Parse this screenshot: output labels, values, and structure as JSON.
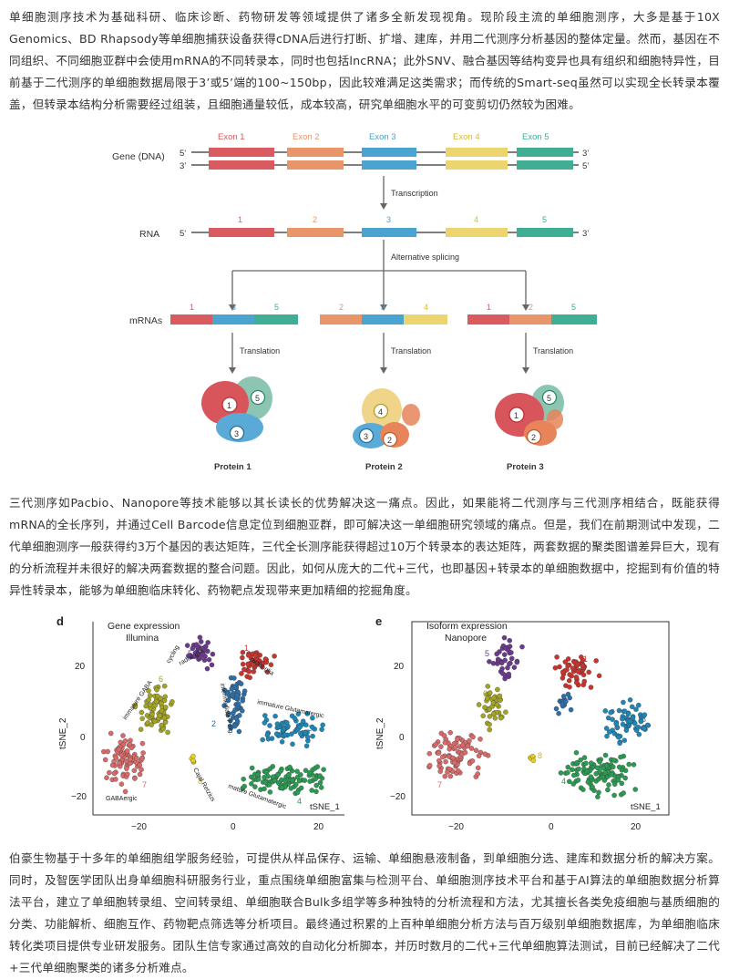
{
  "paragraphs": {
    "p1": "单细胞测序技术为基础科研、临床诊断、药物研发等领域提供了诸多全新发现视角。现阶段主流的单细胞测序，大多是基于10X Genomics、BD Rhapsody等单细胞捕获设备获得cDNA后进行打断、扩增、建库，并用二代测序分析基因的整体定量。然而，基因在不同组织、不同细胞亚群中会使用mRNA的不同转录本，同时也包括lncRNA；此外SNV、融合基因等结构变异也具有组织和细胞特异性，目前基于二代测序的单细胞数据局限于3’或5’端的100~150bp，因此较难满足这类需求；而传统的Smart-seq虽然可以实现全长转录本覆盖，但转录本结构分析需要经过组装，且细胞通量较低，成本较高，研究单细胞水平的可变剪切仍然较为困难。",
    "p2": "三代测序如Pacbio、Nanopore等技术能够以其长读长的优势解决这一痛点。因此，如果能将二代测序与三代测序相结合，既能获得mRNA的全长序列，并通过Cell Barcode信息定位到细胞亚群，即可解决这一单细胞研究领域的痛点。但是，我们在前期测试中发现，二代单细胞测序一般获得约3万个基因的表达矩阵，三代全长测序能获得超过10万个转录本的表达矩阵，两套数据的聚类图谱差异巨大，现有的分析流程并未很好的解决两套数据的整合问题。因此，如何从庞大的二代+三代，也即基因+转录本的单细胞数据中，挖掘到有价值的特异性转录本，能够为单细胞临床转化、药物靶点发现带来更加精细的挖掘角度。",
    "p3": "伯豪生物基于十多年的单细胞组学服务经验，可提供从样品保存、运输、单细胞悬液制备，到单细胞分选、建库和数据分析的解决方案。同时，及智医学团队出身单细胞科研服务行业，重点围绕单细胞富集与检测平台、单细胞测序技术平台和基于AI算法的单细胞数据分析算法平台，建立了单细胞转录组、空间转录组、单细胞联合Bulk多组学等多种独特的分析流程和方法，尤其擅长各类免疫细胞与基质细胞的分类、功能解析、细胞互作、药物靶点筛选等分析项目。最终通过积累的上百种单细胞分析方法与百万级别单细胞数据库，为单细胞临床转化类项目提供专业研发服务。团队生信专家通过高效的自动化分析脚本，并历时数月的二代+三代单细胞算法测试，目前已经解决了二代+三代单细胞聚类的诸多分析难点。"
  },
  "diagram": {
    "gene_label": "Gene (DNA)",
    "rna_label": "RNA",
    "mrnas_label": "mRNAs",
    "five_prime": "5’",
    "three_prime": "3’",
    "exons": [
      "Exon 1",
      "Exon 2",
      "Exon 3",
      "Exon 4",
      "Exon 5"
    ],
    "exon_numbers": [
      "1",
      "2",
      "3",
      "4",
      "5"
    ],
    "transcription": "Transcription",
    "alt_splicing": "Alternative splicing",
    "translation": "Translation",
    "proteins": [
      "Protein 1",
      "Protein 2",
      "Protein 3"
    ],
    "mrna_sets": [
      [
        "1",
        "3",
        "5"
      ],
      [
        "2",
        "3",
        "4"
      ],
      [
        "1",
        "2",
        "5"
      ]
    ],
    "colors": {
      "e1": "#d95a5f",
      "e2": "#e8956a",
      "e3": "#4ba3cf",
      "e4": "#ecd46e",
      "e5": "#3fae93"
    }
  },
  "tsne_panels": {
    "left": {
      "panel_letter": "d",
      "title_line1": "Gene expression",
      "title_line2": "Illumina",
      "ylabel": "tSNE_2",
      "xlabel": "tSNE_1",
      "xticks": [
        "−20",
        "0",
        "20"
      ],
      "yticks": [
        "20",
        "0",
        "−20"
      ],
      "cluster_labels": {
        "c1": "radial glia",
        "c2": "intermediate Prog.",
        "c3": "immature Glutamatergic",
        "c4": "mature Glutamatergic",
        "c5": "radial glia",
        "c5b": "cycling",
        "c6": "immature GABA",
        "c7": "GABAergic",
        "c8": "Cajal Retzius"
      }
    },
    "right": {
      "panel_letter": "e",
      "title_line1": "Isoform expression",
      "title_line2": "Nanopore",
      "ylabel": "tSNE_2",
      "xlabel": "tSNE_1",
      "xticks": [
        "−20",
        "0",
        "20"
      ],
      "yticks": [
        "20",
        "0",
        "−20"
      ]
    },
    "cluster_numbers": [
      "1",
      "2",
      "3",
      "4",
      "5",
      "6",
      "7",
      "8"
    ],
    "cluster_colors": {
      "1": "#c8352f",
      "2": "#2f6fa8",
      "3": "#1f86b5",
      "4": "#2c9a52",
      "5": "#6b3a8c",
      "6": "#a3a326",
      "7": "#d96a6a",
      "8": "#e6d21c"
    }
  }
}
